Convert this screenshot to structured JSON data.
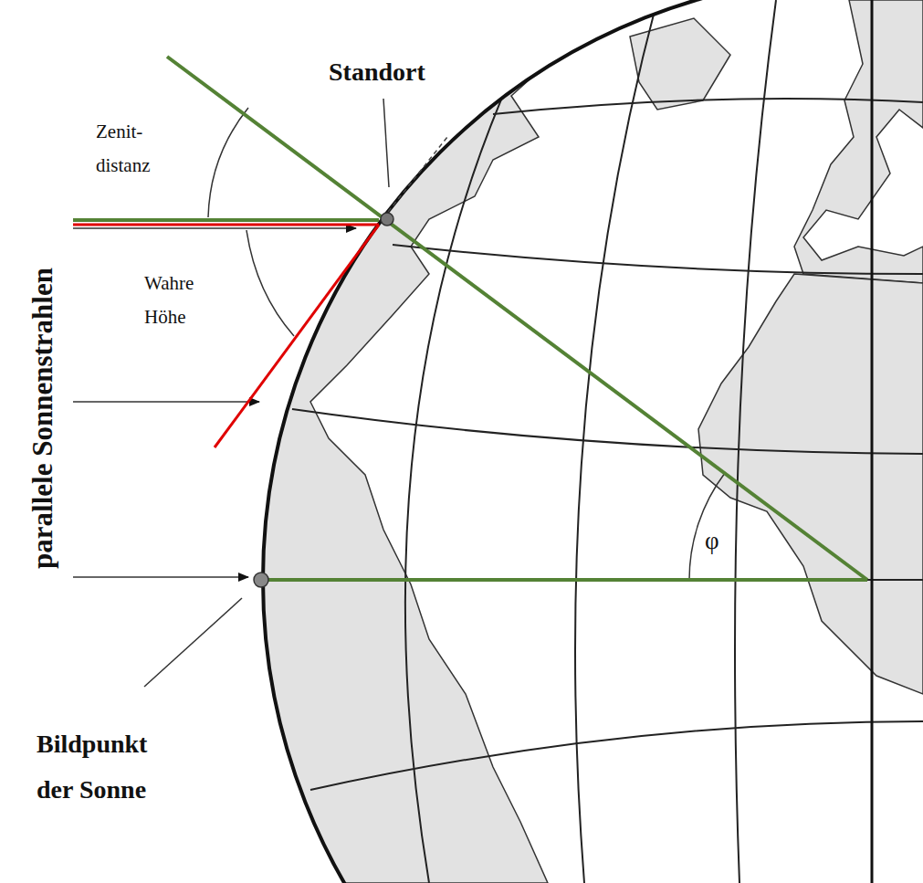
{
  "diagram": {
    "labels": [
      "Standort",
      "Zenit- distanz",
      "Wahre Höhe",
      "parallele Sonnenstrahlen",
      "φ",
      "Bildpunkt der Sonne"
    ]
  }
}
